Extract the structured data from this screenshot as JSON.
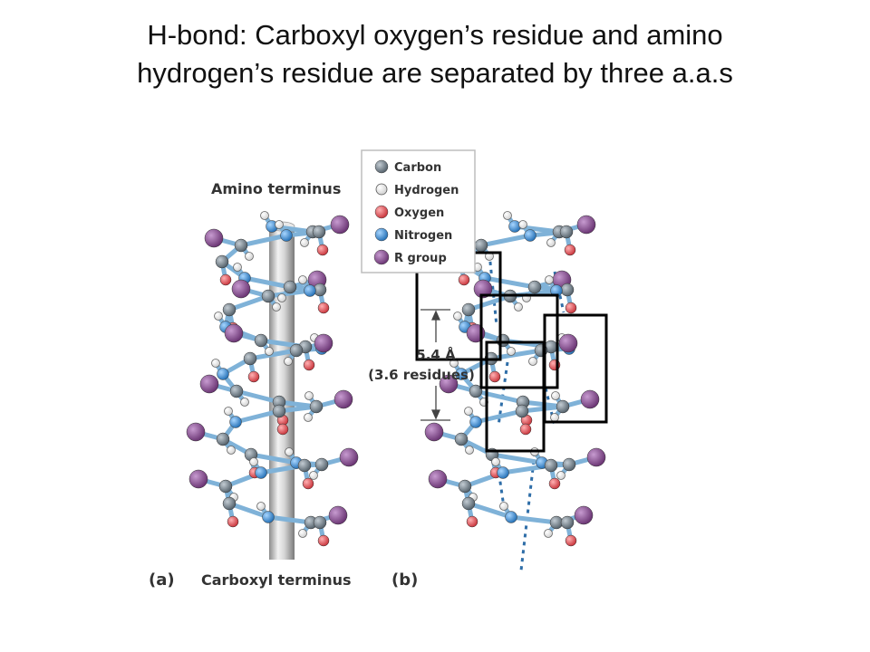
{
  "slide": {
    "title_line1": "H-bond: Carboxyl oxygen’s residue and amino",
    "title_line2": "hydrogen’s residue are separated by three a.a.s"
  },
  "figure": {
    "amino_terminus": "Amino  terminus",
    "carboxyl_terminus": "Carboxyl terminus",
    "panel_a": "(a)",
    "panel_b": "(b)",
    "pitch_value": "5.4 Å",
    "pitch_residues": "(3.6 residues)",
    "legend": [
      {
        "label": "Carbon",
        "color": "#6f7d88"
      },
      {
        "label": "Hydrogen",
        "color": "#ffffff"
      },
      {
        "label": "Oxygen",
        "color": "#e34b50"
      },
      {
        "label": "Nitrogen",
        "color": "#3a8fd6"
      },
      {
        "label": "R group",
        "color": "#8a4a93"
      }
    ]
  },
  "colors": {
    "carbon": "#6f7d88",
    "hydrogen": "#ffffff",
    "oxygen": "#e34b50",
    "nitrogen": "#3a8fd6",
    "r_group": "#8a4a93",
    "bond": "#7fb2d8",
    "hbond": "#2f6ea8",
    "box": "#000000"
  }
}
